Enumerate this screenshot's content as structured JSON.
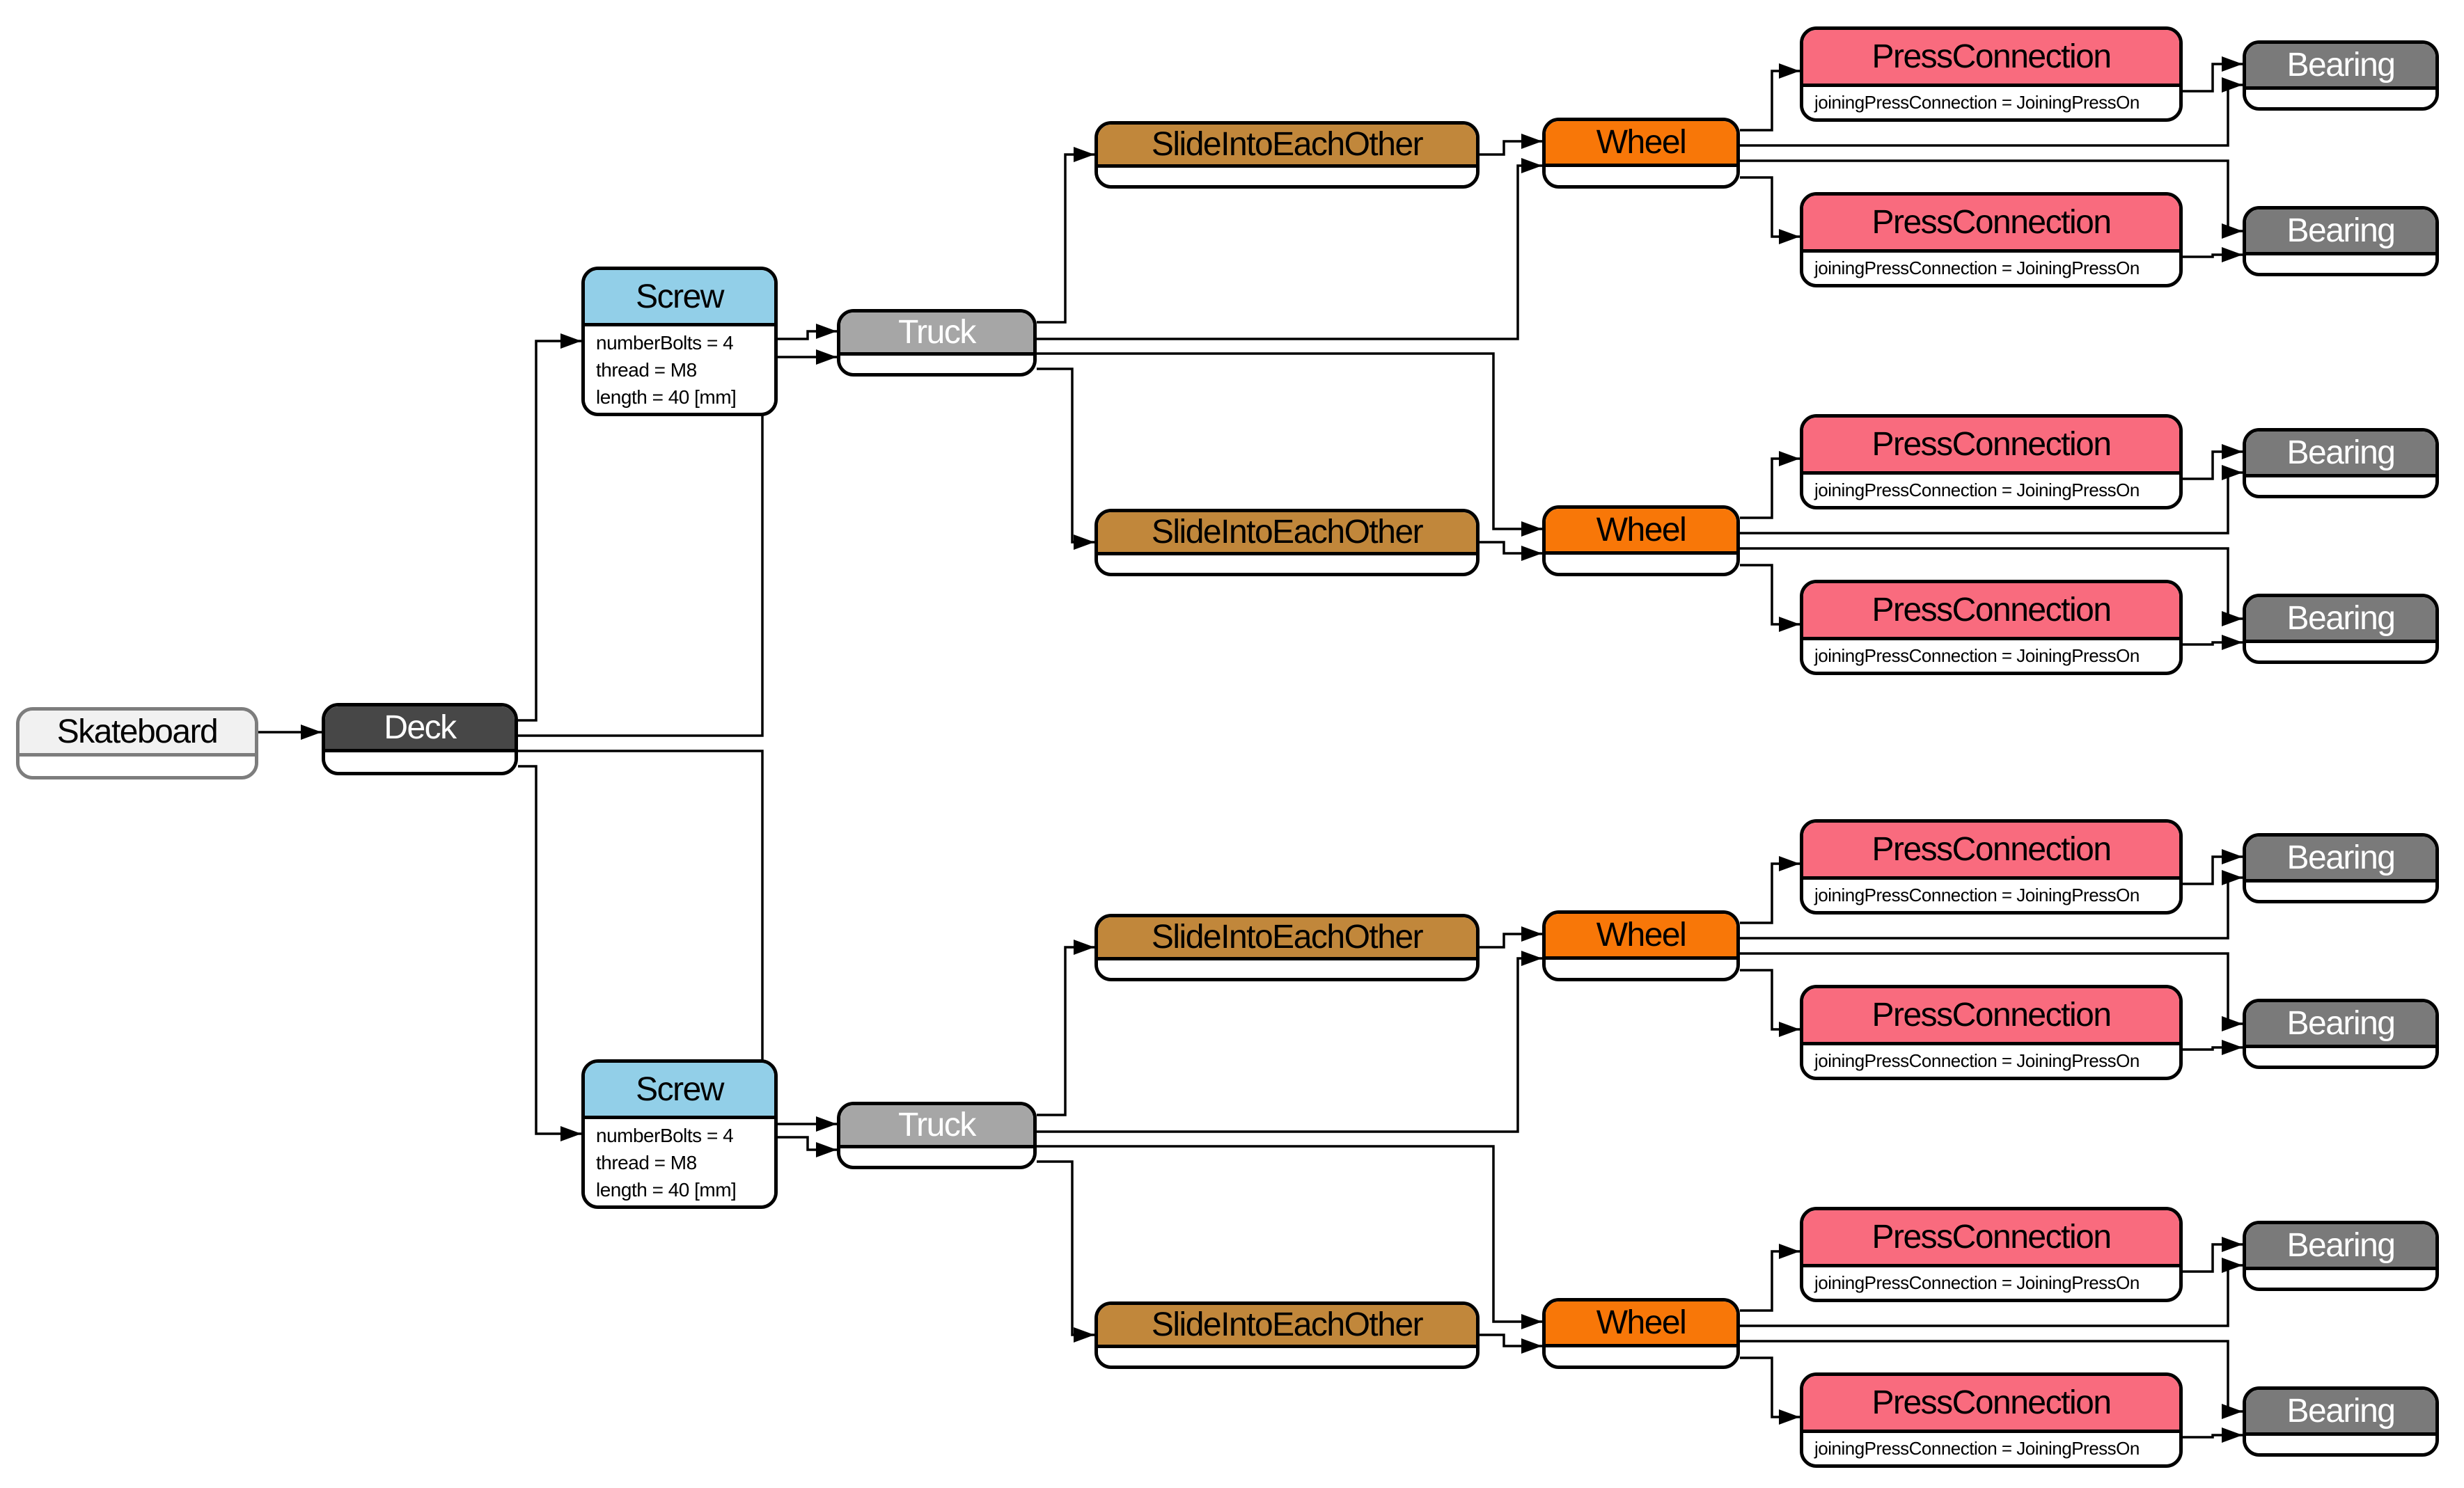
{
  "diagram_type": "component-assembly-tree",
  "palette": {
    "skateboard_fill": "#f1f1f1",
    "skateboard_border": "#7d7d7d",
    "deck_fill": "#474747",
    "screw_fill": "#92cfe8",
    "truck_fill": "#a6a6a6",
    "slide_fill": "#c1873b",
    "wheel_fill": "#f87708",
    "press_fill": "#f96b7e",
    "bearing_fill": "#7a7a7a",
    "edge_color": "#000000",
    "node_border": "#000000",
    "body_fill": "#ffffff"
  },
  "nodes": [
    {
      "id": "skateboard",
      "type": "skateboard",
      "label": "Skateboard"
    },
    {
      "id": "deck",
      "type": "deck",
      "label": "Deck"
    },
    {
      "id": "screw-1",
      "type": "screw",
      "label": "Screw",
      "attributes": [
        "numberBolts = 4",
        "thread = M8",
        "length = 40 [mm]"
      ]
    },
    {
      "id": "screw-2",
      "type": "screw",
      "label": "Screw",
      "attributes": [
        "numberBolts = 4",
        "thread = M8",
        "length = 40 [mm]"
      ]
    },
    {
      "id": "truck-1",
      "type": "truck",
      "label": "Truck"
    },
    {
      "id": "truck-2",
      "type": "truck",
      "label": "Truck"
    },
    {
      "id": "slide-1",
      "type": "slide",
      "label": "SlideIntoEachOther"
    },
    {
      "id": "slide-2",
      "type": "slide",
      "label": "SlideIntoEachOther"
    },
    {
      "id": "slide-3",
      "type": "slide",
      "label": "SlideIntoEachOther"
    },
    {
      "id": "slide-4",
      "type": "slide",
      "label": "SlideIntoEachOther"
    },
    {
      "id": "wheel-1",
      "type": "wheel",
      "label": "Wheel"
    },
    {
      "id": "wheel-2",
      "type": "wheel",
      "label": "Wheel"
    },
    {
      "id": "wheel-3",
      "type": "wheel",
      "label": "Wheel"
    },
    {
      "id": "wheel-4",
      "type": "wheel",
      "label": "Wheel"
    },
    {
      "id": "press-1",
      "type": "press",
      "label": "PressConnection",
      "attributes": [
        "joiningPressConnection = JoiningPressOn"
      ]
    },
    {
      "id": "press-2",
      "type": "press",
      "label": "PressConnection",
      "attributes": [
        "joiningPressConnection = JoiningPressOn"
      ]
    },
    {
      "id": "press-3",
      "type": "press",
      "label": "PressConnection",
      "attributes": [
        "joiningPressConnection = JoiningPressOn"
      ]
    },
    {
      "id": "press-4",
      "type": "press",
      "label": "PressConnection",
      "attributes": [
        "joiningPressConnection = JoiningPressOn"
      ]
    },
    {
      "id": "press-5",
      "type": "press",
      "label": "PressConnection",
      "attributes": [
        "joiningPressConnection = JoiningPressOn"
      ]
    },
    {
      "id": "press-6",
      "type": "press",
      "label": "PressConnection",
      "attributes": [
        "joiningPressConnection = JoiningPressOn"
      ]
    },
    {
      "id": "press-7",
      "type": "press",
      "label": "PressConnection",
      "attributes": [
        "joiningPressConnection = JoiningPressOn"
      ]
    },
    {
      "id": "press-8",
      "type": "press",
      "label": "PressConnection",
      "attributes": [
        "joiningPressConnection = JoiningPressOn"
      ]
    },
    {
      "id": "bearing-1",
      "type": "bearing",
      "label": "Bearing"
    },
    {
      "id": "bearing-2",
      "type": "bearing",
      "label": "Bearing"
    },
    {
      "id": "bearing-3",
      "type": "bearing",
      "label": "Bearing"
    },
    {
      "id": "bearing-4",
      "type": "bearing",
      "label": "Bearing"
    },
    {
      "id": "bearing-5",
      "type": "bearing",
      "label": "Bearing"
    },
    {
      "id": "bearing-6",
      "type": "bearing",
      "label": "Bearing"
    },
    {
      "id": "bearing-7",
      "type": "bearing",
      "label": "Bearing"
    },
    {
      "id": "bearing-8",
      "type": "bearing",
      "label": "Bearing"
    }
  ],
  "edges": [
    {
      "from": "skateboard",
      "to": "deck"
    },
    {
      "from": "deck",
      "to": "screw-1"
    },
    {
      "from": "deck",
      "to": "truck-1"
    },
    {
      "from": "deck",
      "to": "truck-2"
    },
    {
      "from": "deck",
      "to": "screw-2"
    },
    {
      "from": "screw-1",
      "to": "truck-1"
    },
    {
      "from": "screw-2",
      "to": "truck-2"
    },
    {
      "from": "truck-1",
      "to": "slide-1"
    },
    {
      "from": "truck-1",
      "to": "wheel-1"
    },
    {
      "from": "truck-1",
      "to": "wheel-2"
    },
    {
      "from": "truck-1",
      "to": "slide-2"
    },
    {
      "from": "truck-2",
      "to": "slide-3"
    },
    {
      "from": "truck-2",
      "to": "wheel-3"
    },
    {
      "from": "truck-2",
      "to": "wheel-4"
    },
    {
      "from": "truck-2",
      "to": "slide-4"
    },
    {
      "from": "slide-1",
      "to": "wheel-1"
    },
    {
      "from": "slide-2",
      "to": "wheel-2"
    },
    {
      "from": "slide-3",
      "to": "wheel-3"
    },
    {
      "from": "slide-4",
      "to": "wheel-4"
    },
    {
      "from": "wheel-1",
      "to": "press-1"
    },
    {
      "from": "wheel-1",
      "to": "bearing-1"
    },
    {
      "from": "wheel-1",
      "to": "bearing-2"
    },
    {
      "from": "wheel-1",
      "to": "press-2"
    },
    {
      "from": "press-1",
      "to": "bearing-1"
    },
    {
      "from": "press-2",
      "to": "bearing-2"
    },
    {
      "from": "wheel-2",
      "to": "press-3"
    },
    {
      "from": "wheel-2",
      "to": "bearing-3"
    },
    {
      "from": "wheel-2",
      "to": "bearing-4"
    },
    {
      "from": "wheel-2",
      "to": "press-4"
    },
    {
      "from": "press-3",
      "to": "bearing-3"
    },
    {
      "from": "press-4",
      "to": "bearing-4"
    },
    {
      "from": "wheel-3",
      "to": "press-5"
    },
    {
      "from": "wheel-3",
      "to": "bearing-5"
    },
    {
      "from": "wheel-3",
      "to": "bearing-6"
    },
    {
      "from": "wheel-3",
      "to": "press-6"
    },
    {
      "from": "press-5",
      "to": "bearing-5"
    },
    {
      "from": "press-6",
      "to": "bearing-6"
    },
    {
      "from": "wheel-4",
      "to": "press-7"
    },
    {
      "from": "wheel-4",
      "to": "bearing-7"
    },
    {
      "from": "wheel-4",
      "to": "bearing-8"
    },
    {
      "from": "wheel-4",
      "to": "press-8"
    },
    {
      "from": "press-7",
      "to": "bearing-7"
    },
    {
      "from": "press-8",
      "to": "bearing-8"
    }
  ]
}
